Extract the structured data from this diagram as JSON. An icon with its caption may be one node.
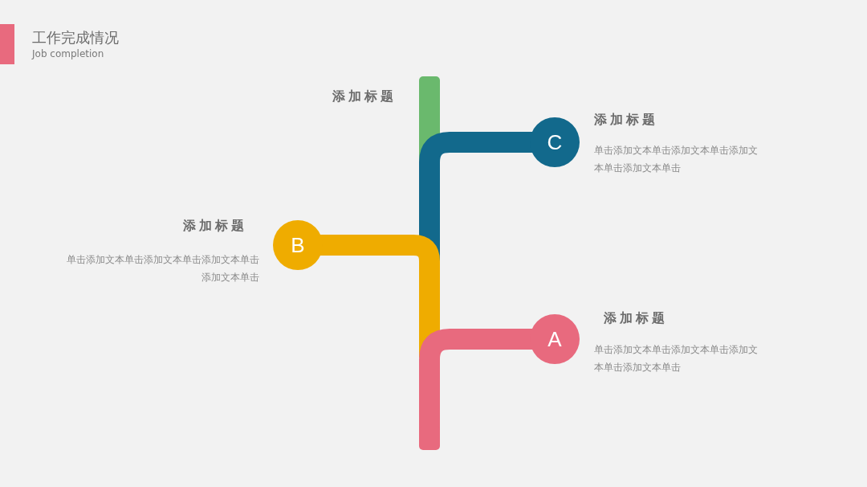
{
  "diagram": {
    "title": "工作完成情况",
    "nodes": [
      {
        "text": [
          "C"
        ],
        "beside": [
          "添加标题",
          "单击添加文本单击添加文本单击添加文本单击添加文本单击"
        ]
      },
      {
        "text": [
          "B"
        ],
        "beside": [
          "添加标题",
          "单击添加文本单击添加文本单击添加文本单击添加文本单击"
        ]
      },
      {
        "text": [
          "A"
        ],
        "beside": [
          "添加标题",
          "单击添加文本单击添加文本单击添加文本单击添加文本单击"
        ]
      }
    ],
    "labels": [
      "Job completion",
      "添加标题"
    ]
  }
}
